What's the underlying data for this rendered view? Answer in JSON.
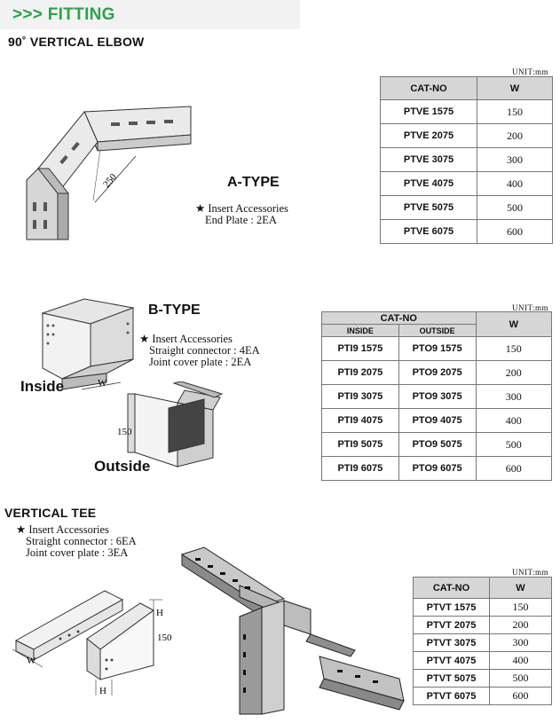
{
  "header": {
    "title": ">>> FITTING"
  },
  "elbow": {
    "title": "90˚ VERTICAL ELBOW",
    "type_label": "A-TYPE",
    "note_line1": "★ Insert Accessories",
    "note_line2": "End Plate : 2EA",
    "dimension": "250",
    "unit": "UNIT:mm",
    "col_catno": "CAT-NO",
    "col_w": "W",
    "rows": [
      {
        "cat": "PTVE 1575",
        "w": "150"
      },
      {
        "cat": "PTVE 2075",
        "w": "200"
      },
      {
        "cat": "PTVE 3075",
        "w": "300"
      },
      {
        "cat": "PTVE 4075",
        "w": "400"
      },
      {
        "cat": "PTVE 5075",
        "w": "500"
      },
      {
        "cat": "PTVE 6075",
        "w": "600"
      }
    ]
  },
  "btype": {
    "type_label": "B-TYPE",
    "note_line1": "★ Insert Accessories",
    "note_line2": "Straight connector : 4EA",
    "note_line3": "Joint cover plate : 2EA",
    "inside_label": "Inside",
    "outside_label": "Outside",
    "dim_w": "W",
    "dim_150": "150",
    "unit": "UNIT:mm",
    "col_catno": "CAT-NO",
    "col_inside": "INSIDE",
    "col_outside": "OUTSIDE",
    "col_w": "W",
    "rows": [
      {
        "inside": "PTI9 1575",
        "outside": "PTO9 1575",
        "w": "150"
      },
      {
        "inside": "PTI9 2075",
        "outside": "PTO9 2075",
        "w": "200"
      },
      {
        "inside": "PTI9 3075",
        "outside": "PTO9 3075",
        "w": "300"
      },
      {
        "inside": "PTI9 4075",
        "outside": "PTO9 4075",
        "w": "400"
      },
      {
        "inside": "PTI9 5075",
        "outside": "PTO9 5075",
        "w": "500"
      },
      {
        "inside": "PTI9 6075",
        "outside": "PTO9 6075",
        "w": "600"
      }
    ]
  },
  "tee": {
    "title": "VERTICAL TEE",
    "note_line1": "★ Insert Accessories",
    "note_line2": "Straight connector : 6EA",
    "note_line3": "Joint cover plate : 3EA",
    "dim_h": "H",
    "dim_150": "150",
    "dim_w": "W",
    "unit": "UNIT:mm",
    "col_catno": "CAT-NO",
    "col_w": "W",
    "rows": [
      {
        "cat": "PTVT 1575",
        "w": "150"
      },
      {
        "cat": "PTVT 2075",
        "w": "200"
      },
      {
        "cat": "PTVT 3075",
        "w": "300"
      },
      {
        "cat": "PTVT 4075",
        "w": "400"
      },
      {
        "cat": "PTVT 5075",
        "w": "500"
      },
      {
        "cat": "PTVT 6075",
        "w": "600"
      }
    ]
  },
  "colors": {
    "accent": "#2ca24a",
    "table_header": "#d6d6d6"
  }
}
